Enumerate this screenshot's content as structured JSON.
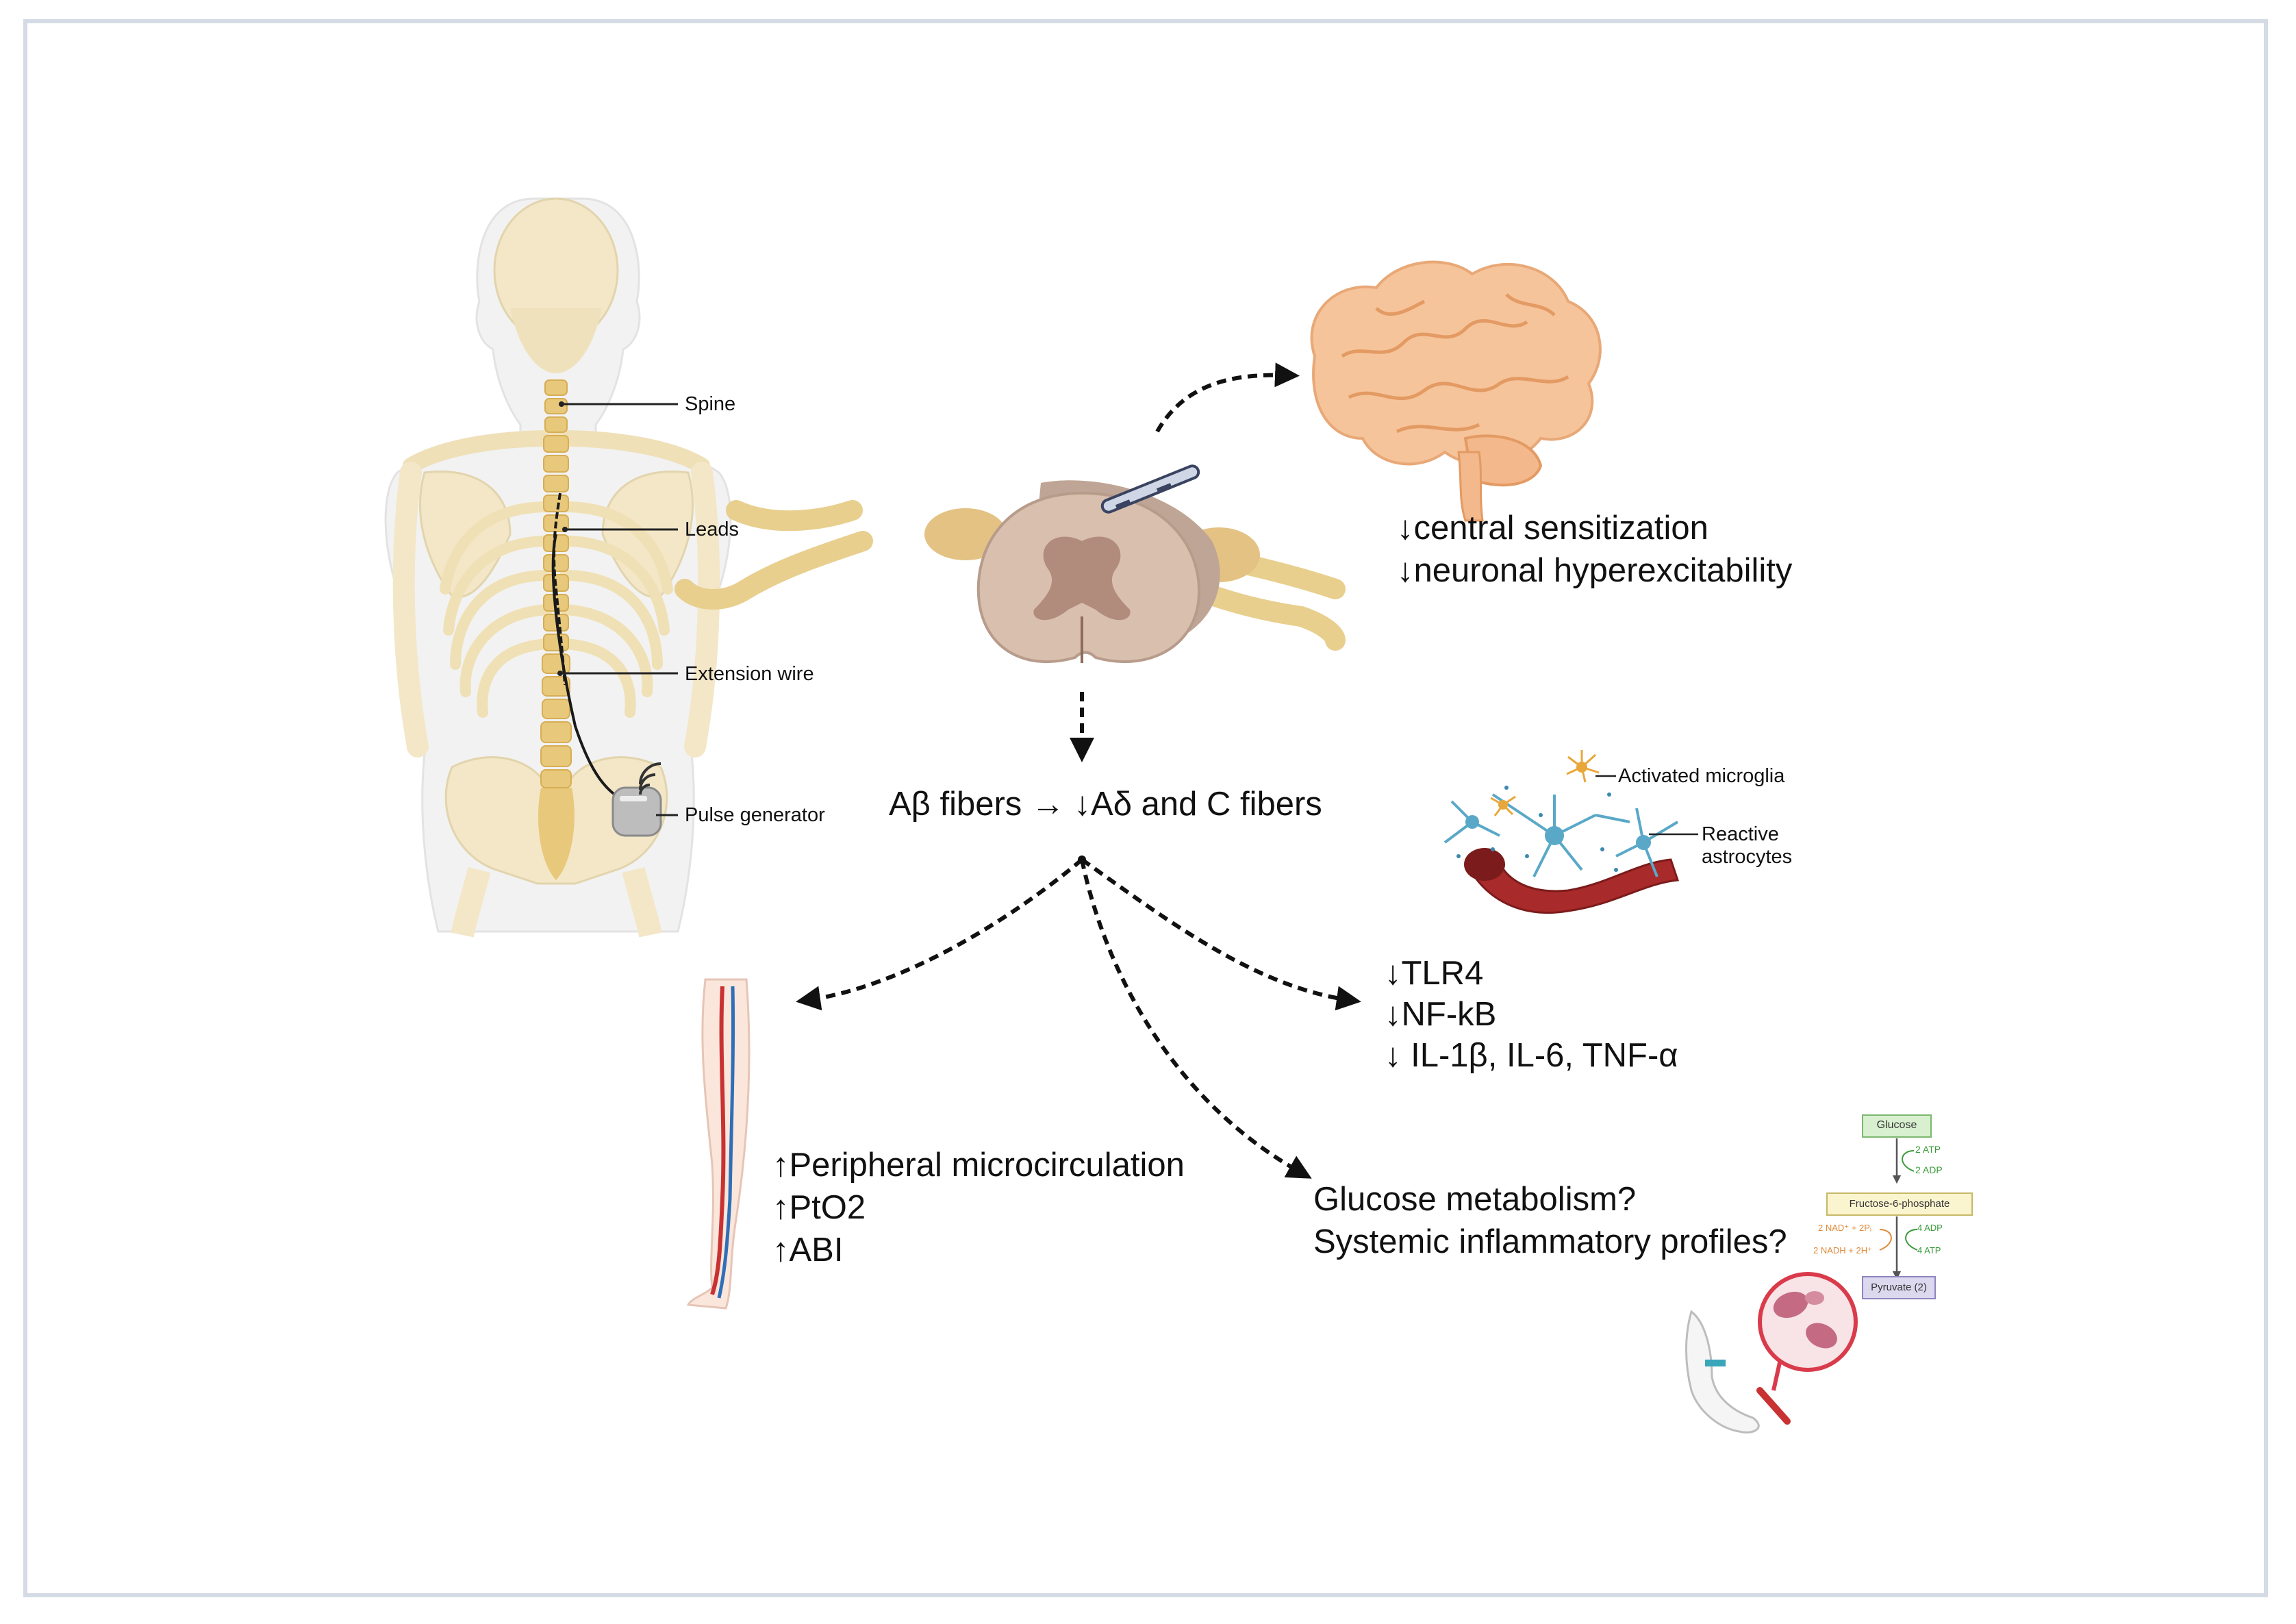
{
  "body_labels": {
    "spine": "Spine",
    "leads": "Leads",
    "extension_wire": "Extension wire",
    "pulse_generator": "Pulse generator"
  },
  "brain_effects": [
    "↓central sensitization",
    "↓neuronal hyperexcitability"
  ],
  "fibers_text": "Aβ fibers → ↓Aδ and C fibers",
  "glia_labels": {
    "microglia": "Activated microglia",
    "astrocytes_line1": "Reactive",
    "astrocytes_line2": "astrocytes"
  },
  "inflammation_effects": [
    "↓TLR4",
    "↓NF-kB",
    "↓  IL-1β, IL-6, TNF-α"
  ],
  "circulation_effects": [
    "↑Peripheral microcirculation",
    "↑PtO2",
    "↑ABI"
  ],
  "metabolic_questions": [
    "Glucose metabolism?",
    "Systemic inflammatory profiles?"
  ],
  "glycolysis": {
    "glucose": "Glucose",
    "atp_in": "2 ATP",
    "adp_out": "2 ADP",
    "f6p": "Fructose-6-phosphate",
    "nad_in": "2 NAD⁺ + 2Pᵢ",
    "adp_in": "4 ADP",
    "nadh_out": "2 NADH + 2H⁺",
    "atp_out": "4 ATP",
    "pyruvate": "Pyruvate (2)"
  },
  "colors": {
    "frame": "#d4dbe5",
    "bone": "#f3e7c8",
    "spine": "#e8c87a",
    "brain": "#f6c49a",
    "vessel": "#a92a2a",
    "astrocyte": "#5aa8c8",
    "microglia": "#e8a73a",
    "glucose_box": "#d8f0cf",
    "f6p_box": "#fbf5cf",
    "pyruvate_box": "#dcd9ef"
  }
}
